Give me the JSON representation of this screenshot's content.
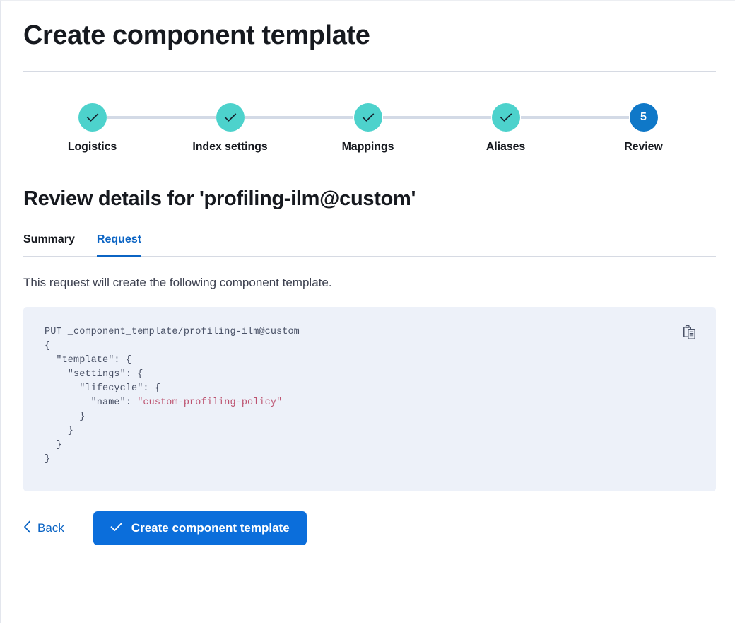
{
  "header": {
    "title": "Create component template"
  },
  "stepper": {
    "steps": [
      {
        "label": "Logistics",
        "state": "done",
        "indicator": "check"
      },
      {
        "label": "Index settings",
        "state": "done",
        "indicator": "check"
      },
      {
        "label": "Mappings",
        "state": "done",
        "indicator": "check"
      },
      {
        "label": "Aliases",
        "state": "done",
        "indicator": "check"
      },
      {
        "label": "Review",
        "state": "current",
        "indicator": "5"
      }
    ],
    "colors": {
      "done": "#4dd2cc",
      "current": "#0f78c8",
      "connector": "#d3dae6"
    }
  },
  "review": {
    "heading": "Review details for 'profiling-ilm@custom'",
    "tabs": [
      {
        "label": "Summary",
        "active": false
      },
      {
        "label": "Request",
        "active": true
      }
    ],
    "description": "This request will create the following component template.",
    "code": {
      "request_line": "PUT _component_template/profiling-ilm@custom",
      "lines": [
        {
          "text": "PUT _component_template/profiling-ilm@custom",
          "type": "plain"
        },
        {
          "text": "{",
          "type": "plain"
        },
        {
          "text": "  \"template\": {",
          "type": "plain"
        },
        {
          "text": "    \"settings\": {",
          "type": "plain"
        },
        {
          "text": "      \"lifecycle\": {",
          "type": "plain"
        },
        {
          "text": "        \"name\": ",
          "type": "key",
          "value": "\"custom-profiling-policy\""
        },
        {
          "text": "      }",
          "type": "plain"
        },
        {
          "text": "    }",
          "type": "plain"
        },
        {
          "text": "  }",
          "type": "plain"
        },
        {
          "text": "}",
          "type": "plain"
        }
      ],
      "string_value": "\"custom-profiling-policy\"",
      "copy_icon": "copy-clipboard-icon",
      "background": "#edf1f9"
    }
  },
  "footer": {
    "back_label": "Back",
    "back_icon": "chevron-left-icon",
    "submit_label": "Create component template",
    "submit_icon": "check-icon",
    "submit_color": "#0b6edb"
  }
}
